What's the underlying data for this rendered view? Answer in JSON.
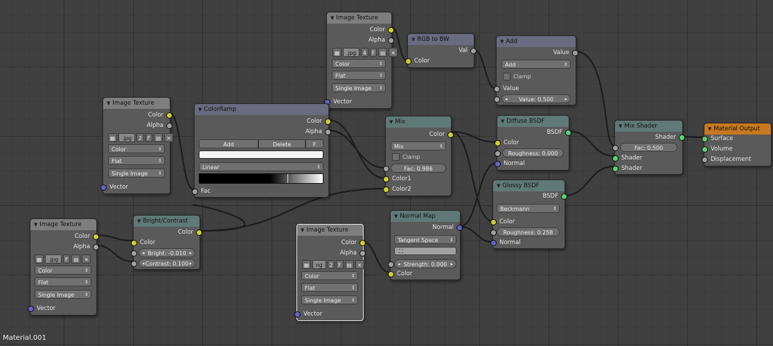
{
  "status": {
    "material_name": "Material.001"
  },
  "colors": {
    "socket_color": "#cfcf30",
    "socket_value": "#a1a1a1",
    "socket_shader": "#5bd46d",
    "socket_vector": "#6363c7",
    "header_output": "#c8781e",
    "header_shader": "#5f7a76"
  },
  "nodes": {
    "imgtex_top": {
      "title": "Image Texture",
      "out_color": "Color",
      "out_alpha": "Alpha",
      "img_name": ".jpg",
      "img_users": "4",
      "fake": "F",
      "dd_color": "Color",
      "dd_proj": "Flat",
      "dd_src": "Single Image",
      "in_vector": "Vector"
    },
    "rgbbw": {
      "title": "RGB to BW",
      "out_val": "Val",
      "in_color": "Color"
    },
    "add": {
      "title": "Add",
      "out_value": "Value",
      "dd_op": "Add",
      "clamp": "Clamp",
      "in_value": "Value",
      "value_field": "Value: 0.500"
    },
    "imgtex_left": {
      "title": "Image Texture",
      "out_color": "Color",
      "out_alpha": "Alpha",
      "img_name": ".jpg",
      "img_users": "2",
      "fake": "F",
      "dd_color": "Color",
      "dd_proj": "Flat",
      "dd_src": "Single Image",
      "in_vector": "Vector"
    },
    "colorramp": {
      "title": "ColorRamp",
      "out_color": "Color",
      "out_alpha": "Alpha",
      "btn_add": "Add",
      "btn_delete": "Delete",
      "btn_f": "F",
      "dd_interp": "Linear",
      "in_fac": "Fac"
    },
    "mix": {
      "title": "Mix",
      "out_color": "Color",
      "dd_blend": "Mix",
      "clamp": "Clamp",
      "fac_field": "Fac: 0.986",
      "in_color1": "Color1",
      "in_color2": "Color2"
    },
    "diffuse": {
      "title": "Diffuse BSDF",
      "out_bsdf": "BSDF",
      "in_color": "Color",
      "roughness": "Roughness: 0.000",
      "in_normal": "Normal"
    },
    "mixshader": {
      "title": "Mix Shader",
      "out_shader": "Shader",
      "fac_field": "Fac: 0.500",
      "in_shader1": "Shader",
      "in_shader2": "Shader"
    },
    "output": {
      "title": "Material Output",
      "in_surface": "Surface",
      "in_volume": "Volume",
      "in_displacement": "Displacement"
    },
    "glossy": {
      "title": "Glossy BSDF",
      "out_bsdf": "BSDF",
      "dd_dist": "Beckmann",
      "in_color": "Color",
      "roughness": "Roughness: 0.258",
      "in_normal": "Normal"
    },
    "imgtex_bl": {
      "title": "Image Texture",
      "out_color": "Color",
      "out_alpha": "Alpha",
      "img_name": ".jpg",
      "fake": "F",
      "dd_color": "Color",
      "dd_proj": "Flat",
      "dd_src": "Single Image",
      "in_vector": "Vector"
    },
    "brightcontrast": {
      "title": "Bright/Contrast",
      "out_color": "Color",
      "in_color": "Color",
      "bright": "Bright: -0.010",
      "contrast": "Contrast: 0.100"
    },
    "imgtex_mid": {
      "title": "Image Texture",
      "out_color": "Color",
      "out_alpha": "Alpha",
      "img_name": "ng",
      "img_users": "2",
      "fake": "F",
      "dd_color": "Color",
      "dd_proj": "Flat",
      "dd_src": "Single Image",
      "in_vector": "Vector"
    },
    "normalmap": {
      "title": "Normal Map",
      "out_normal": "Normal",
      "dd_space": "Tangent Space",
      "strength": "Strength: 0.000",
      "in_color": "Color"
    }
  }
}
